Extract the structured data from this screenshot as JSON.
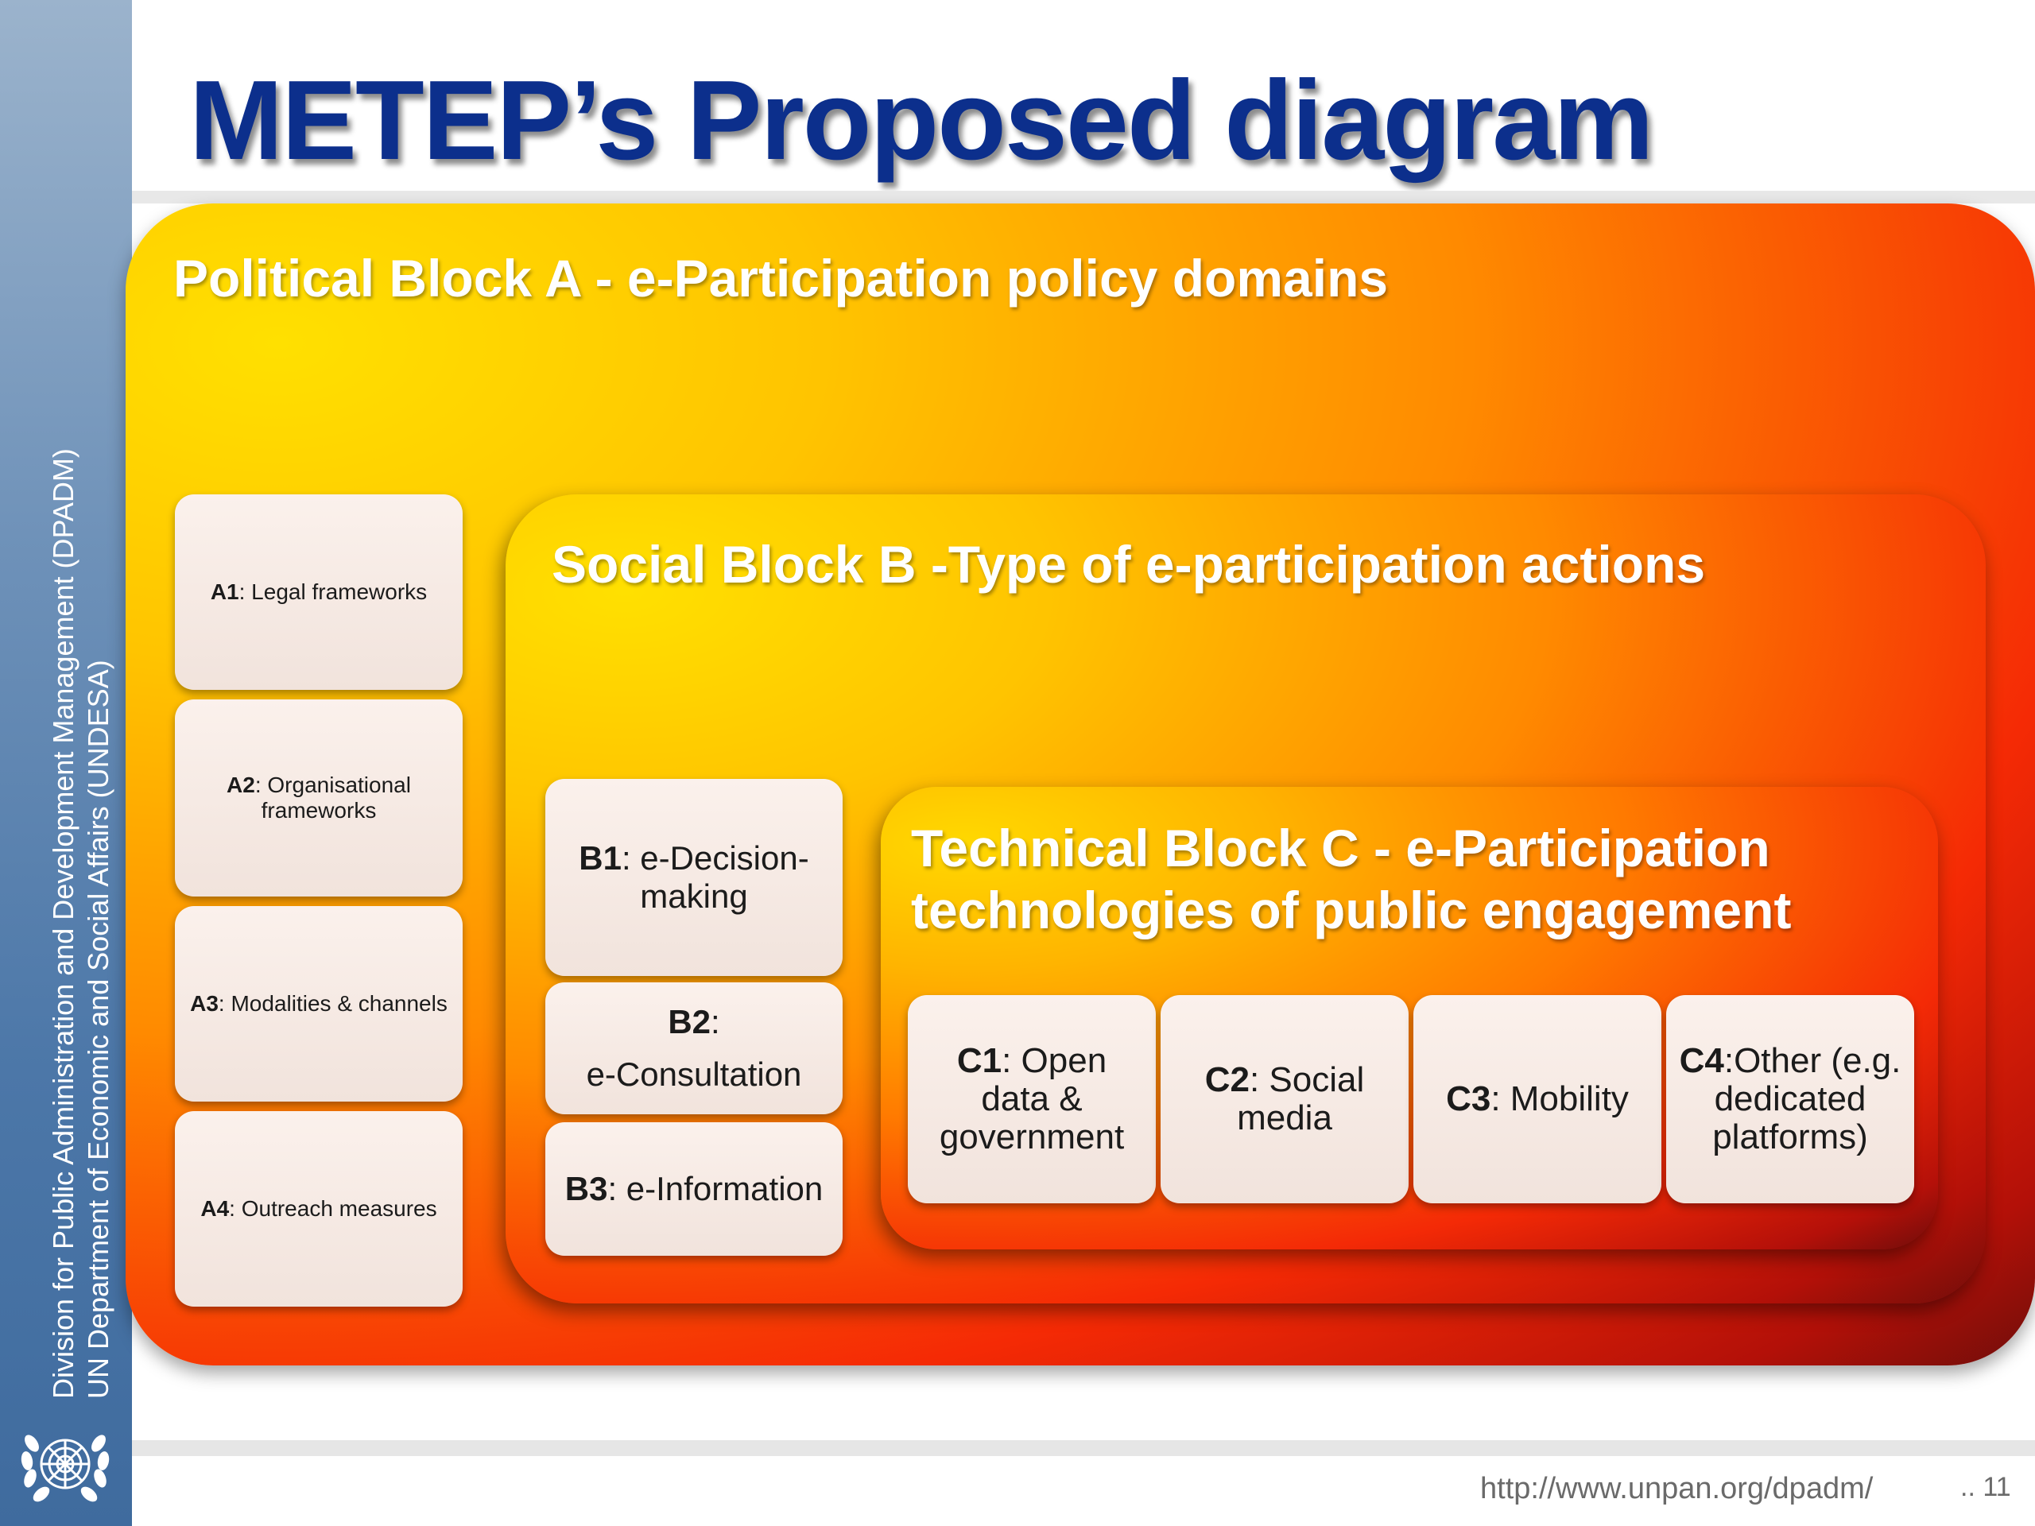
{
  "title": "METEP’s Proposed diagram",
  "sidebar": {
    "line1": "Division for Public Administration and Development Management (DPADM)",
    "line2": "UN Department of Economic and Social Affairs (UNDESA)"
  },
  "diagram": {
    "block_a": {
      "title": "Political Block A - e-Participation policy domains",
      "items": [
        {
          "code": "A1",
          "text": ": Legal frameworks"
        },
        {
          "code": "A2",
          "text": ": Organisational frameworks"
        },
        {
          "code": "A3",
          "text": ": Modalities & channels"
        },
        {
          "code": "A4",
          "text": ": Outreach measures"
        }
      ]
    },
    "block_b": {
      "title": "Social Block B -Type of e-participation actions",
      "items": [
        {
          "code": "B1",
          "text": ": e-Decision-making"
        },
        {
          "code": "B2",
          "text": ":",
          "text2": "e-Consultation"
        },
        {
          "code": "B3",
          "text": ": e-Information"
        }
      ]
    },
    "block_c": {
      "title": "Technical Block C - e-Participation technologies of public engagement",
      "items": [
        {
          "code": "C1",
          "text": ": Open data & government"
        },
        {
          "code": "C2",
          "text": ": Social media"
        },
        {
          "code": "C3",
          "text": ": Mobility"
        },
        {
          "code": "C4",
          "text": ":Other (e.g. dedicated platforms)"
        }
      ]
    }
  },
  "footer": {
    "url": "http://www.unpan.org/dpadm/",
    "page": ".. 11"
  },
  "colors": {
    "title": "#0c2f8c",
    "band": "#4c77a8",
    "block_yellow": "#ffe000",
    "block_red": "#f52a05",
    "card": "#f5e8e2"
  }
}
